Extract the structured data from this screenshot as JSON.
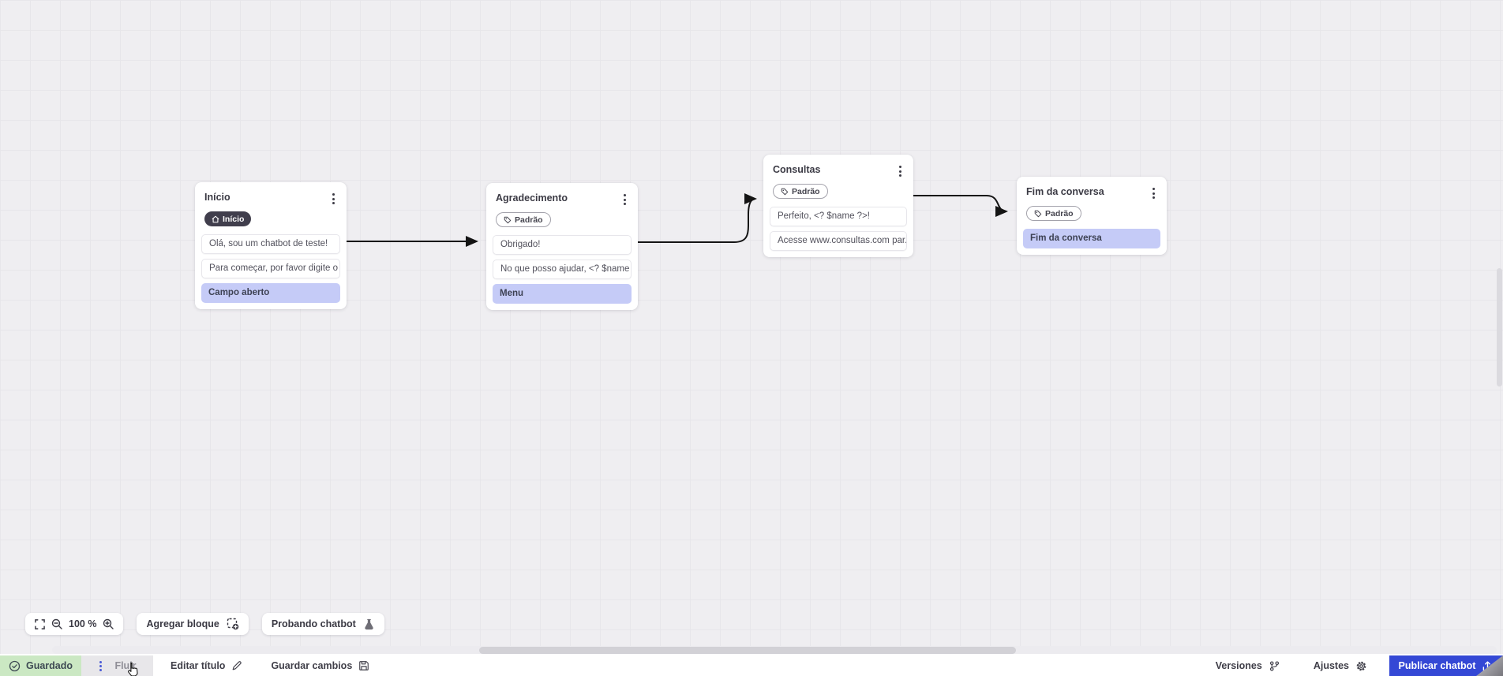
{
  "canvas": {
    "nodes": [
      {
        "title": "Início",
        "badge": {
          "label": "Início",
          "style": "dark",
          "icon": "home-icon"
        },
        "items": [
          {
            "text": "Olá, sou um chatbot de teste!",
            "type": "message"
          },
          {
            "text": "Para começar, por favor digite o ...",
            "type": "message"
          },
          {
            "text": "Campo aberto",
            "type": "action"
          }
        ]
      },
      {
        "title": "Agradecimento",
        "badge": {
          "label": "Padrão",
          "style": "outline",
          "icon": "tag-icon"
        },
        "items": [
          {
            "text": "Obrigado!",
            "type": "message"
          },
          {
            "text": "No que posso ajudar, <? $name ...",
            "type": "message"
          },
          {
            "text": "Menu",
            "type": "action"
          }
        ]
      },
      {
        "title": "Consultas",
        "badge": {
          "label": "Padrão",
          "style": "outline",
          "icon": "tag-icon"
        },
        "items": [
          {
            "text": "Perfeito, <? $name ?>!",
            "type": "message"
          },
          {
            "text": "Acesse www.consultas.com par...",
            "type": "message"
          }
        ]
      },
      {
        "title": "Fim da conversa",
        "badge": {
          "label": "Padrão",
          "style": "outline",
          "icon": "tag-icon"
        },
        "items": [
          {
            "text": "Fim da conversa",
            "type": "action"
          }
        ]
      }
    ]
  },
  "toolbar": {
    "zoom_level": "100 %",
    "add_block_label": "Agregar bloque",
    "test_chatbot_label": "Probando chatbot"
  },
  "statusbar": {
    "saved_label": "Guardado",
    "flow_label": "Fluir",
    "edit_title_label": "Editar título",
    "save_changes_label": "Guardar cambios",
    "versions_label": "Versiones",
    "settings_label": "Ajustes",
    "publish_label": "Publicar chatbot"
  },
  "colors": {
    "canvas_bg": "#efeef1",
    "accent_blue": "#3448d5",
    "saved_green_bg": "#cbe8c3",
    "highlight_lavender": "#c5cbf7",
    "badge_dark": "#403e4c",
    "connector": "#141414"
  }
}
